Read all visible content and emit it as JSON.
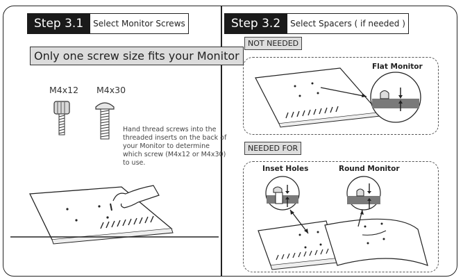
{
  "step31": {
    "number": "Step 3.1",
    "title": "Select Monitor Screws",
    "banner": "Only one screw size fits your Monitor",
    "screw_a": "M4x12",
    "screw_b": "M4x30",
    "instruction": "Hand thread screws into the threaded inserts on the back of your Monitor to determine which screw (M4x12 or M4x30) to use."
  },
  "step32": {
    "number": "Step 3.2",
    "title": "Select Spacers ( if needed )",
    "not_needed_tag": "NOT NEEDED",
    "flat_monitor": "Flat Monitor",
    "needed_for_tag": "NEEDED FOR",
    "inset_holes": "Inset Holes",
    "round_monitor": "Round Monitor"
  }
}
